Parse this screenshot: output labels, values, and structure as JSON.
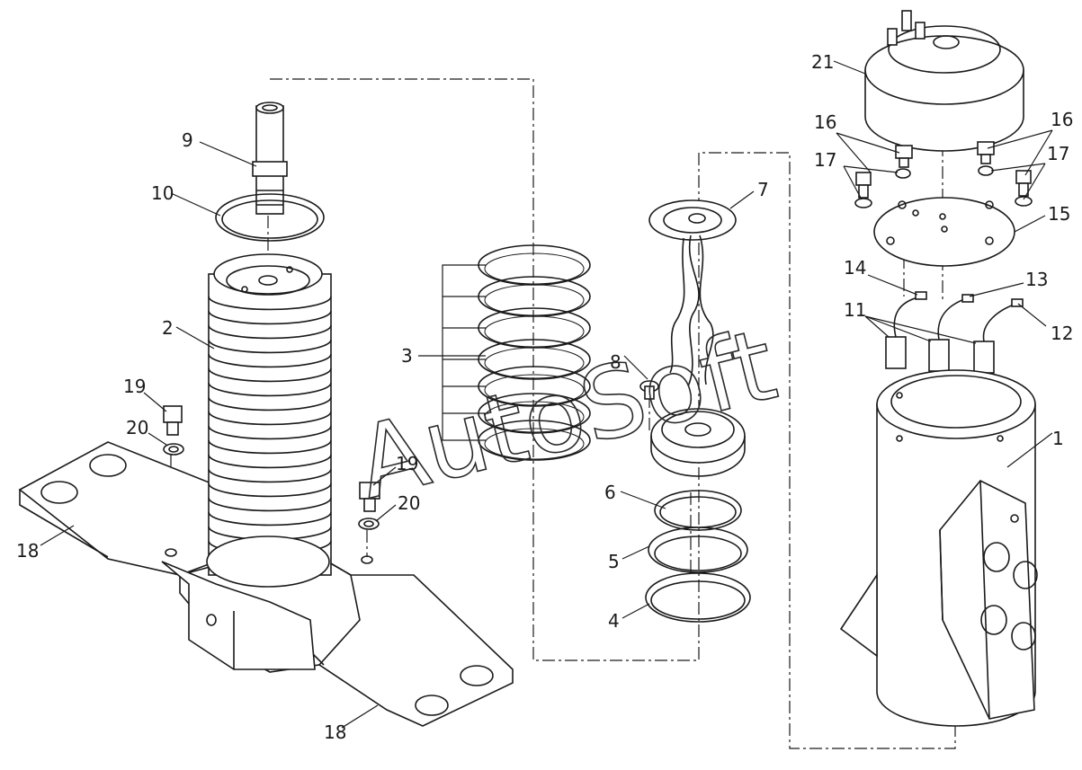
{
  "header_text": "",
  "watermark": "AutoSoft",
  "callouts": [
    {
      "id": "c1",
      "text": "1"
    },
    {
      "id": "c2",
      "text": "2"
    },
    {
      "id": "c3",
      "text": "3"
    },
    {
      "id": "c4",
      "text": "4"
    },
    {
      "id": "c5",
      "text": "5"
    },
    {
      "id": "c6",
      "text": "6"
    },
    {
      "id": "c7",
      "text": "7"
    },
    {
      "id": "c8",
      "text": "8"
    },
    {
      "id": "c9",
      "text": "9"
    },
    {
      "id": "c10",
      "text": "10"
    },
    {
      "id": "c11",
      "text": "11"
    },
    {
      "id": "c12",
      "text": "12"
    },
    {
      "id": "c13",
      "text": "13"
    },
    {
      "id": "c14",
      "text": "14"
    },
    {
      "id": "c15",
      "text": "15"
    },
    {
      "id": "c16a",
      "text": "16"
    },
    {
      "id": "c16b",
      "text": "16"
    },
    {
      "id": "c17a",
      "text": "17"
    },
    {
      "id": "c17b",
      "text": "17"
    },
    {
      "id": "c18a",
      "text": "18"
    },
    {
      "id": "c18b",
      "text": "18"
    },
    {
      "id": "c19a",
      "text": "19"
    },
    {
      "id": "c19b",
      "text": "19"
    },
    {
      "id": "c20a",
      "text": "20"
    },
    {
      "id": "c20b",
      "text": "20"
    },
    {
      "id": "c21",
      "text": "21"
    }
  ]
}
